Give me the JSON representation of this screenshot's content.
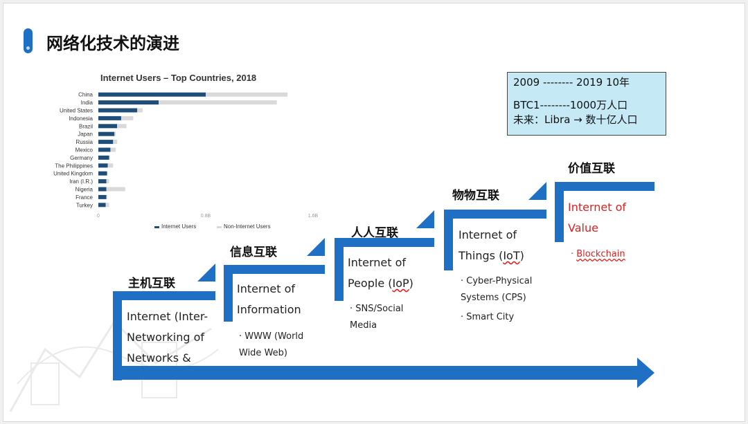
{
  "slide": {
    "title": "网络化技术的演进"
  },
  "note": {
    "line1": "2009 -------- 2019  10年",
    "line2": "BTC1--------1000万人口",
    "line3": "未来：Libra → 数十亿人口"
  },
  "stages": [
    {
      "title": "主机互联",
      "text": "Internet (Inter-Networking of Networks &",
      "bullets": []
    },
    {
      "title": "信息互联",
      "text": "Internet of Information",
      "bullets": [
        "· WWW (World Wide Web)"
      ]
    },
    {
      "title": "人人互联",
      "text": "Internet of People (IoP)",
      "bullets": [
        "· SNS/Social Media"
      ]
    },
    {
      "title": "物物互联",
      "text": "Internet of Things (IoT)",
      "bullets": [
        "· Cyber-Physical Systems (CPS)",
        "· Smart City"
      ]
    },
    {
      "title": "价值互联",
      "text": "Internet of Value",
      "bullets": [
        "· Blockchain"
      ]
    }
  ],
  "colors": {
    "accent": "#1f6fc4",
    "internet_users": "#1f4e79",
    "non_internet_users": "#d9d9d9",
    "note_bg": "#c5eaf6",
    "highlight_red": "#e02020"
  },
  "chart_data": {
    "type": "bar",
    "orientation": "horizontal",
    "stacked": true,
    "title": "Internet Users – Top Countries, 2018",
    "categories": [
      "China",
      "India",
      "United States",
      "Indonesia",
      "Brazil",
      "Japan",
      "Russia",
      "Mexico",
      "Germany",
      "The Philippines",
      "United Kingdom",
      "Iran (I.R.)",
      "Nigeria",
      "France",
      "Turkey"
    ],
    "series": [
      {
        "name": "Internet Users",
        "values": [
          0.8,
          0.45,
          0.29,
          0.17,
          0.14,
          0.12,
          0.11,
          0.09,
          0.08,
          0.07,
          0.065,
          0.06,
          0.06,
          0.06,
          0.055
        ]
      },
      {
        "name": "Non-Internet Users",
        "values": [
          0.61,
          0.88,
          0.04,
          0.09,
          0.07,
          0.01,
          0.03,
          0.04,
          0.005,
          0.04,
          0.003,
          0.02,
          0.14,
          0.005,
          0.025
        ]
      }
    ],
    "x_ticks": [
      "0",
      "0.8B",
      "1.6B"
    ],
    "xlim": [
      0,
      1.6
    ],
    "legend": "bottom",
    "grid": false
  }
}
